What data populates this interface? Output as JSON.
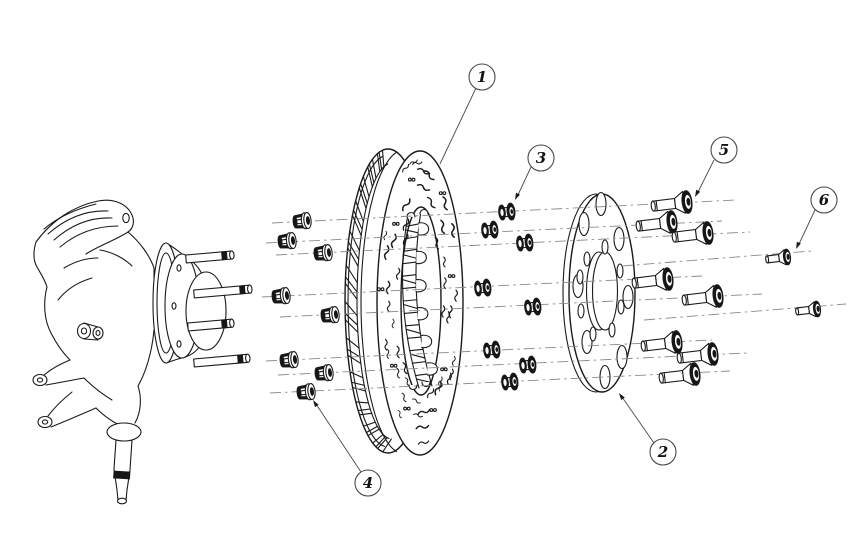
{
  "figure": {
    "type": "exploded-assembly-diagram",
    "subject": "front brake rotor, hat adapter and hub/knuckle assembly",
    "background": "#ffffff",
    "line_color": "#1a1a1a",
    "dark_fill_color": "#161616",
    "centerline_color": "#8a8a8a",
    "callout_circle_color": "#4a4a4a",
    "callout_text_color": "#111111"
  },
  "callouts": [
    {
      "label": "1",
      "part": "brake-rotor"
    },
    {
      "label": "2",
      "part": "rotor-hat-adapter-plate"
    },
    {
      "label": "3",
      "part": "spacer-bushing"
    },
    {
      "label": "4",
      "part": "flange-nut"
    },
    {
      "label": "5",
      "part": "countersunk-bolt"
    },
    {
      "label": "6",
      "part": "set-screw-bolt"
    }
  ],
  "visible_counts": {
    "flange_nuts": 8,
    "spacer_bushings": 8,
    "countersunk_bolts": 8,
    "set_screws": 2,
    "wheel_studs": 4,
    "centerlines": 10
  }
}
